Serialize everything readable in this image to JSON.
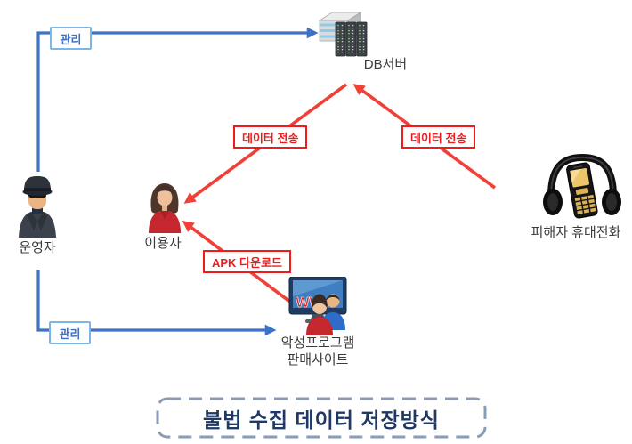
{
  "title": {
    "text": "불법 수집 데이터 저장방식"
  },
  "nodes": {
    "db_server": {
      "label": "DB서버",
      "icon": "server-rack-icon"
    },
    "operator": {
      "label": "운영자",
      "icon": "spy-person-icon"
    },
    "user": {
      "label": "이용자",
      "icon": "woman-person-icon"
    },
    "malware_site": {
      "label_line1": "악성프로그램",
      "label_line2": "판매사이트",
      "icon": "www-website-icon"
    },
    "victim_phone": {
      "label": "피해자 휴대전화",
      "icon": "phone-headphones-icon"
    }
  },
  "edges": {
    "manage_top": {
      "label": "관리",
      "from": "운영자",
      "to": "DB서버"
    },
    "manage_bottom": {
      "label": "관리",
      "from": "운영자",
      "to": "악성프로그램 판매사이트"
    },
    "transfer_to_user": {
      "label": "데이터 전송",
      "from": "DB서버",
      "to": "이용자"
    },
    "transfer_to_db": {
      "label": "데이터 전송",
      "from": "피해자 휴대전화",
      "to": "DB서버"
    },
    "apk_download": {
      "label": "APK 다운로드",
      "from": "악성프로그램 판매사이트",
      "to": "이용자"
    }
  },
  "colors": {
    "blue": "#3E72C8",
    "light_blue": "#7FB5E5",
    "red_line": "#F04038",
    "red_box": "#EE1C1C",
    "navy": "#1F3864",
    "slate_dash": "#8A9BB8"
  }
}
